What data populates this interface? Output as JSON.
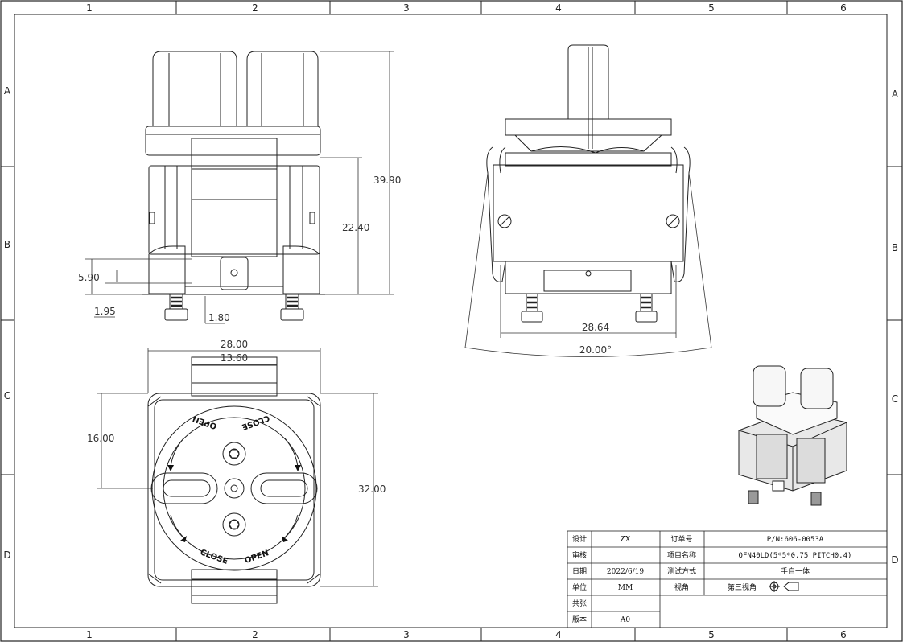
{
  "frame": {
    "columns": [
      "1",
      "2",
      "3",
      "4",
      "5",
      "6"
    ],
    "rows": [
      "A",
      "B",
      "C",
      "D"
    ]
  },
  "dimensions": {
    "front_height": "39.90",
    "front_body": "22.40",
    "front_small": "5.90",
    "front_base": "1.95",
    "front_foot": "1.80",
    "top_width": "28.00",
    "top_inner": "13.60",
    "top_side": "16.00",
    "top_height": "32.00",
    "side_width": "28.64",
    "side_angle": "20.00°"
  },
  "lid_labels": {
    "open_top": "OPEN",
    "close_top": "CLOSE",
    "close_bottom": "CLOSE",
    "open_bottom": "OPEN"
  },
  "title_block": {
    "designer_label": "设计",
    "designer_value": "ZX",
    "order_label": "订单号",
    "order_value": "P/N:606-0053A",
    "review_label": "审核",
    "project_label": "项目名称",
    "project_value": "QFN40LD(5*5*0.75 PITCH0.4)",
    "date_label": "日期",
    "date_value": "2022/6/19",
    "test_label": "测试方式",
    "test_value": "手自一体",
    "unit_label": "单位",
    "unit_value": "MM",
    "view_label": "视角",
    "view_value": "第三视角",
    "sheets_label": "共张",
    "version_label": "版本",
    "version_value": "A0"
  }
}
